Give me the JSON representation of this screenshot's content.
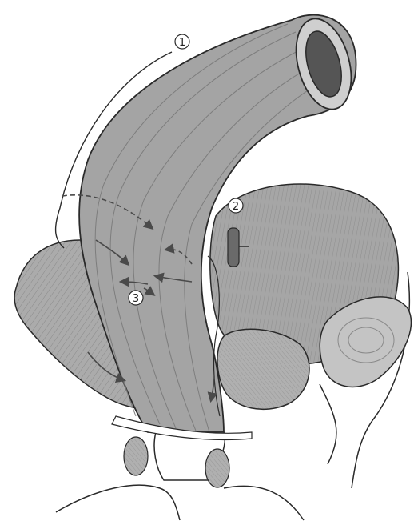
{
  "labels": {
    "one": "1",
    "two": "2",
    "three": "3"
  },
  "colors": {
    "tissue_fill": "#a9a9a9",
    "tissue_dark": "#8c8c8c",
    "outline": "#2a2a2a",
    "background": "#ffffff",
    "lumen": "#5a5a5a"
  }
}
